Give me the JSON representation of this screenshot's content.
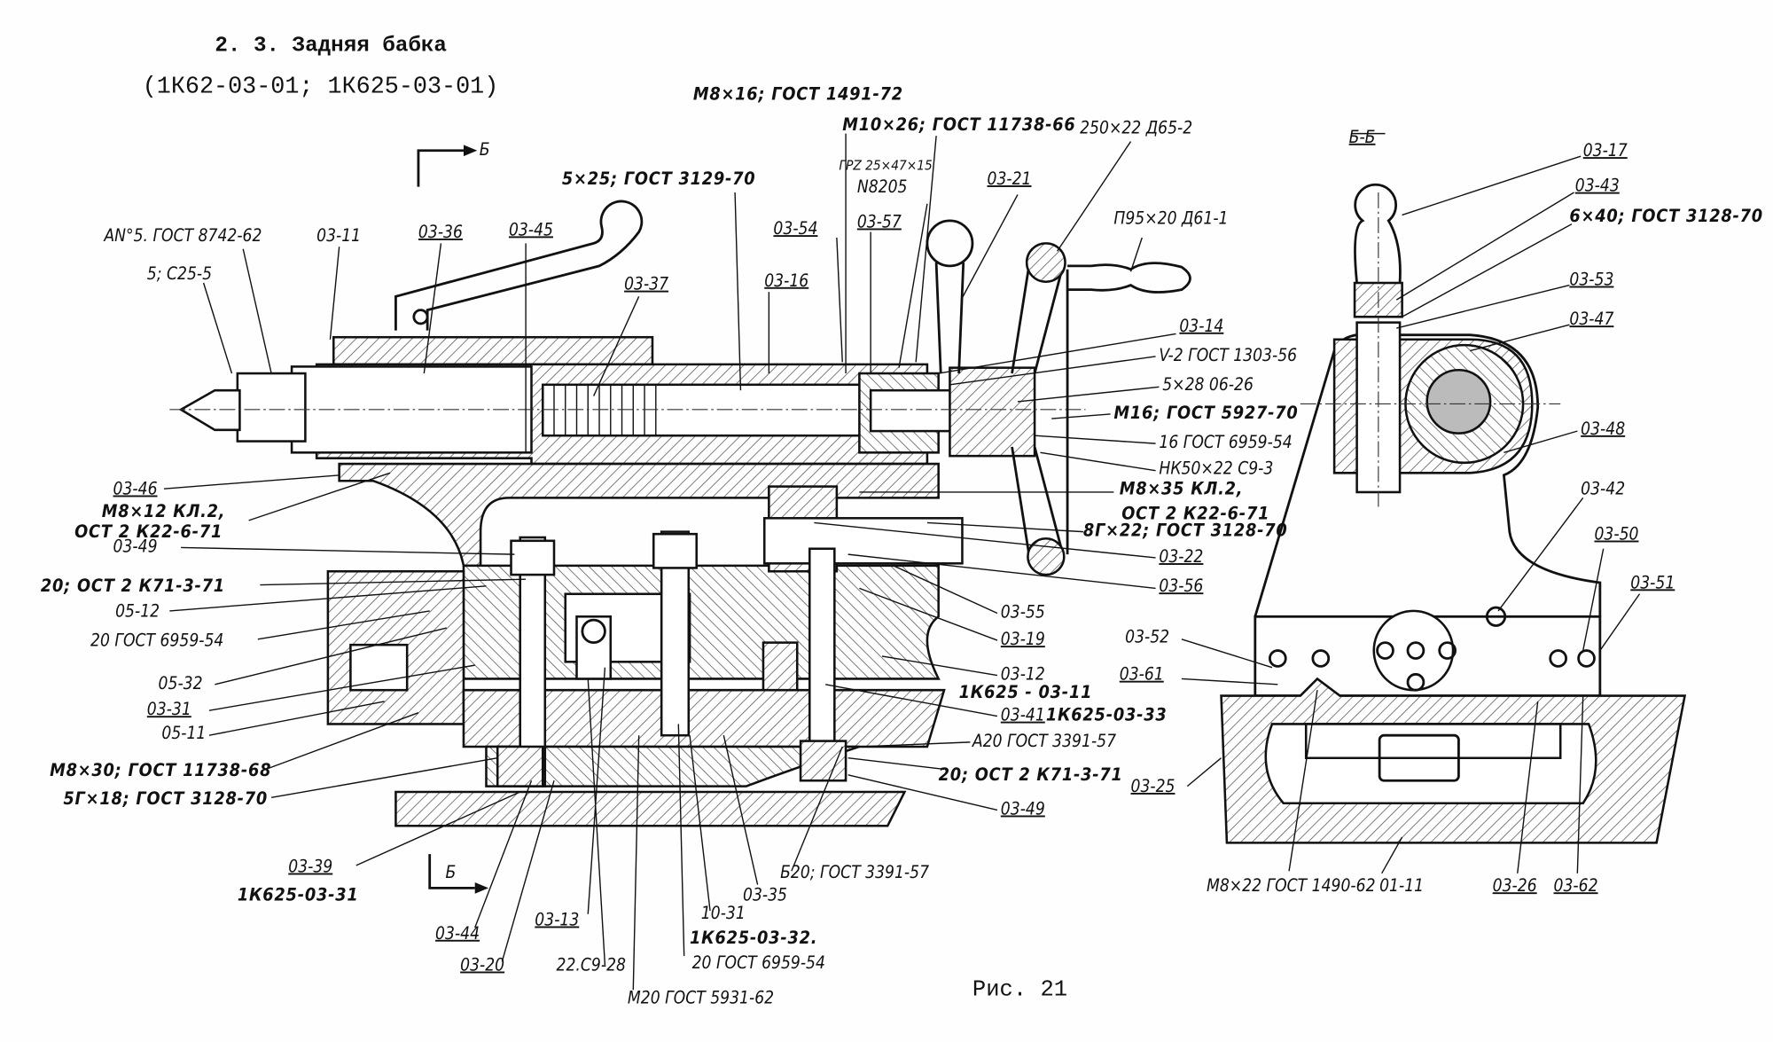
{
  "header": {
    "title": "2. 3.  Задняя бабка",
    "subtitle": "(1К62-03-01; 1К625-03-01)"
  },
  "caption": "Рис. 21",
  "section_marks": {
    "top": "Б",
    "bottom": "Б",
    "view": "Б-Б"
  },
  "labels": [
    "М8×16; ГОСТ 1491-72",
    "М10×26; ГОСТ 11738-66",
    "250×22 Д65-2",
    "ГРZ 25×47×15",
    "N8205",
    "03-21",
    "П95×20 Д61-1",
    "5×25; ГОСТ 3129-70",
    "АN°5. ГОСТ 8742-62",
    "03-11",
    "03-36",
    "03-45",
    "5; С25-5",
    "03-37",
    "03-54",
    "03-16",
    "03-57",
    "03-14",
    "V-2 ГОСТ 1303-56",
    "5×28 06-26",
    "М16; ГОСТ 5927-70",
    "16 ГОСТ 6959-54",
    "НК50×22 С9-3",
    "М8×35 КЛ.2,",
    "ОСТ 2 К22-6-71",
    "8Г×22; ГОСТ 3128-70",
    "03-22",
    "03-56",
    "03-55",
    "03-19",
    "03-12",
    "1К625 - 03-11",
    "03-41",
    "1К625-03-33",
    "А20 ГОСТ 3391-57",
    "20; ОСТ 2 К71-3-71",
    "03-49",
    "03-46",
    "М8×12 КЛ.2,",
    "ОСТ 2 К22-6-71",
    "03-49",
    "20; ОСТ 2 К71-3-71",
    "05-12",
    "20 ГОСТ 6959-54",
    "05-32",
    "03-31",
    "05-11",
    "М8×30; ГОСТ 11738-68",
    "5Г×18; ГОСТ 3128-70",
    "03-39",
    "1К625-03-31",
    "03-44",
    "03-20",
    "03-13",
    "22.С9-28",
    "М20 ГОСТ 5931-62",
    "10-31",
    "1К625-03-32.",
    "20 ГОСТ 6959-54",
    "03-35",
    "Б20; ГОСТ 3391-57",
    "03-17",
    "03-43",
    "6×40; ГОСТ 3128-70",
    "03-53",
    "03-47",
    "03-48",
    "03-42",
    "03-50",
    "03-51",
    "03-52",
    "03-61",
    "03-25",
    "М8×22 ГОСТ 1490-62",
    "01-11",
    "03-26",
    "03-62"
  ]
}
